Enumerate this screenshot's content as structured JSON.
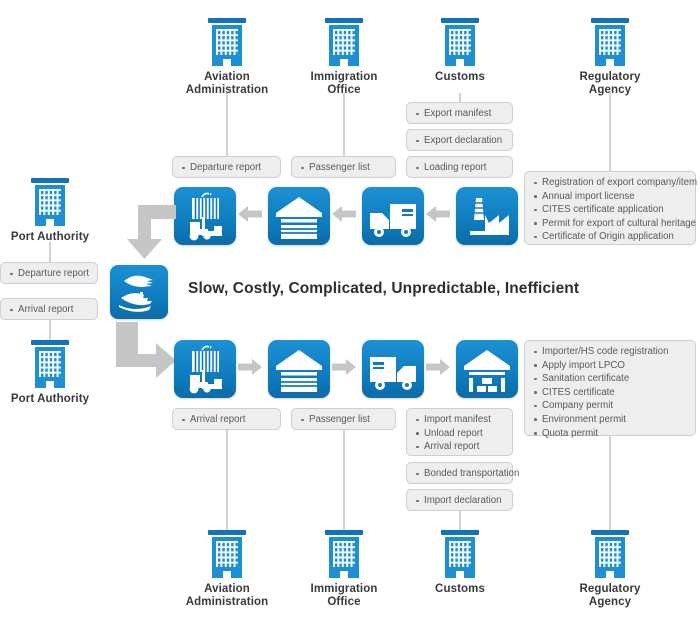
{
  "diagram": {
    "headline": "Slow, Costly, Complicated, Unpredictable, Inefficient",
    "colors": {
      "node_blue": "#0f7cbe",
      "building_blue": "#1e8fd0",
      "building_roof": "#1273b8",
      "arrow_gray": "#c6c6c6",
      "note_bg": "#eeeeee",
      "note_border": "#cfcfcf",
      "line_gray": "#d2d2d2",
      "text_dark": "#3a3a3a",
      "note_text": "#5a5a5a"
    },
    "top_agencies": [
      {
        "label": "Aviation\nAdministration",
        "line1": "Aviation",
        "line2": "Administration"
      },
      {
        "label": "Immigration\nOffice",
        "line1": "Immigration",
        "line2": "Office"
      },
      {
        "label": "Customs",
        "line1": "Customs",
        "line2": ""
      },
      {
        "label": "Regulatory\nAgency",
        "line1": "Regulatory",
        "line2": "Agency"
      }
    ],
    "bottom_agencies": [
      {
        "line1": "Aviation",
        "line2": "Administration"
      },
      {
        "line1": "Immigration",
        "line2": "Office"
      },
      {
        "line1": "Customs",
        "line2": ""
      },
      {
        "line1": "Regulatory",
        "line2": "Agency"
      }
    ],
    "left_agencies": [
      {
        "line1": "Port Authority",
        "line2": ""
      },
      {
        "line1": "Port Authority",
        "line2": ""
      }
    ],
    "export_notes": {
      "customs_stack": [
        {
          "items": [
            "Export manifest"
          ]
        },
        {
          "items": [
            "Export declaration"
          ]
        },
        {
          "items": [
            "Loading report"
          ]
        }
      ],
      "aviation": {
        "items": [
          "Departure report"
        ]
      },
      "immigration": {
        "items": [
          "Passenger list"
        ]
      },
      "regulatory": {
        "items": [
          "Registration of export company/item",
          "Annual import license",
          "CITES certificate application",
          "Permit for export of cultural heritage",
          "Certificate of Origin application"
        ]
      },
      "port_authority": [
        {
          "items": [
            "Departure report"
          ]
        },
        {
          "items": [
            "Arrival report"
          ]
        }
      ]
    },
    "import_notes": {
      "aviation": {
        "items": [
          "Arrival report"
        ]
      },
      "immigration": {
        "items": [
          "Passenger list"
        ]
      },
      "customs_stack": [
        {
          "items": [
            "Import manifest",
            "Unload report",
            "Arrival report"
          ]
        },
        {
          "items": [
            "Bonded transportation"
          ]
        },
        {
          "items": [
            "Import declaration"
          ]
        }
      ],
      "regulatory": {
        "items": [
          "Importer/HS code registration",
          "Apply import LPCO",
          "Sanitation certificate",
          "CITES certificate",
          "Company permit",
          "Environment permit",
          "Quota permit"
        ]
      }
    },
    "export_chain": [
      {
        "icon": "forklift-container-icon",
        "name": "node-forklift-export"
      },
      {
        "icon": "warehouse-icon",
        "name": "node-warehouse-export"
      },
      {
        "icon": "truck-icon",
        "name": "node-truck-export"
      },
      {
        "icon": "factory-icon",
        "name": "node-factory-export"
      }
    ],
    "import_chain": [
      {
        "icon": "forklift-container-icon",
        "name": "node-forklift-import"
      },
      {
        "icon": "warehouse-icon",
        "name": "node-warehouse-import"
      },
      {
        "icon": "truck-icon",
        "name": "node-truck-import"
      },
      {
        "icon": "warehouse-storage-icon",
        "name": "node-warehouse-storage-import"
      }
    ],
    "center_node": {
      "icon": "ship-vessel-icon",
      "name": "node-ship"
    }
  }
}
